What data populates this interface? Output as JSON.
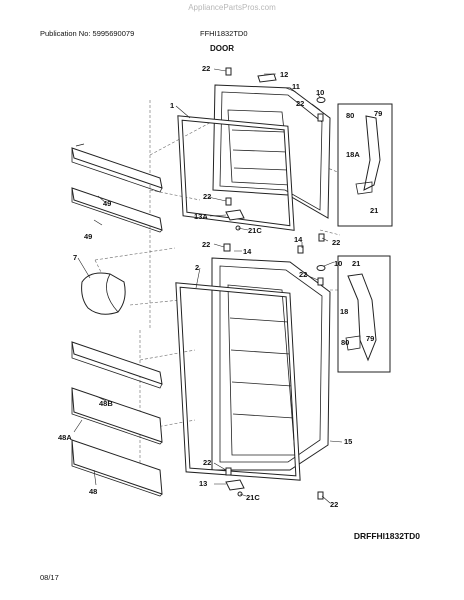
{
  "watermark": "AppliancePartsPros.com",
  "header": {
    "publication": "Publication No: 5995690079",
    "model": "FFHI1832TD0",
    "section_title": "DOOR"
  },
  "diagram_code": "DRFFHI1832TD0",
  "footer": {
    "date": "08/17"
  },
  "labels": {
    "l22a": "22",
    "l12": "12",
    "l11": "11",
    "l10a": "10",
    "l22b": "22",
    "l1": "1",
    "l80a": "80",
    "l79a": "79",
    "l18A": "18A",
    "l21a": "21",
    "l49a": "49",
    "l49b": "49",
    "l22c": "22",
    "l13A": "13A",
    "l21Ca": "21C",
    "l22d": "22",
    "l14a": "14",
    "l14b": "14",
    "l22e": "22",
    "l7": "7",
    "l2": "2",
    "l22f": "22",
    "l10b": "10",
    "l21b": "21",
    "l18": "18",
    "l80b": "80",
    "l79b": "79",
    "l48B": "48B",
    "l48A": "48A",
    "l48": "48",
    "l15": "15",
    "l22g": "22",
    "l13": "13",
    "l21Cb": "21C",
    "l22h": "22"
  }
}
